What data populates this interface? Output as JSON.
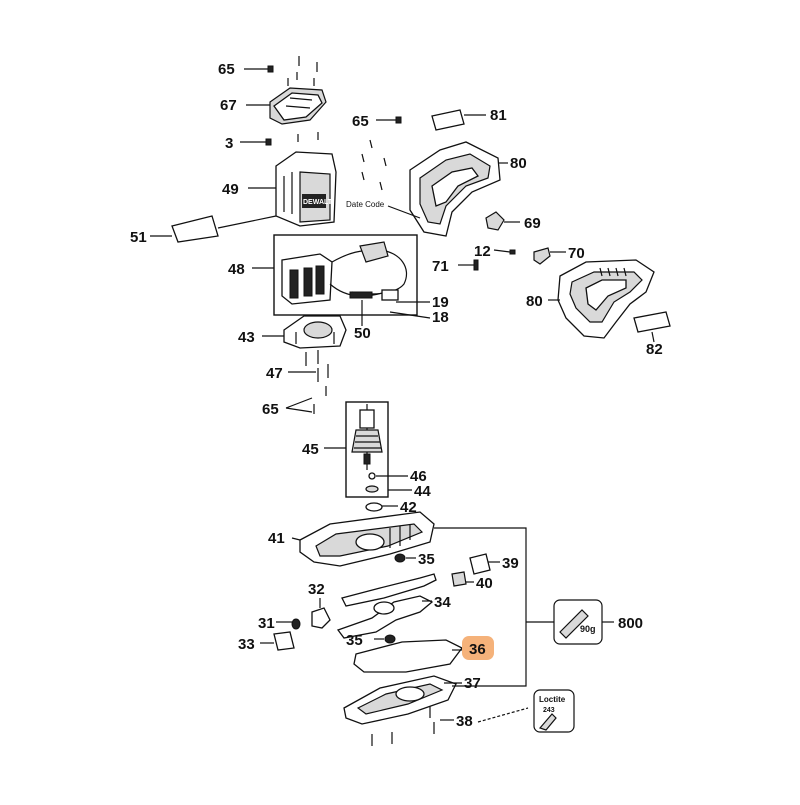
{
  "labels": {
    "p65a": "65",
    "p67": "67",
    "p3": "3",
    "p49": "49",
    "p51": "51",
    "p65b": "65",
    "p81": "81",
    "p80a": "80",
    "date_code": "Date Code",
    "p69": "69",
    "p12": "12",
    "p70": "70",
    "p71": "71",
    "p48": "48",
    "p19": "19",
    "p18": "18",
    "p50": "50",
    "p80b": "80",
    "p82": "82",
    "p43": "43",
    "p47": "47",
    "p65c": "65",
    "p45": "45",
    "p46": "46",
    "p44": "44",
    "p42": "42",
    "p41": "41",
    "p35a": "35",
    "p39": "39",
    "p40": "40",
    "p32": "32",
    "p34": "34",
    "p31": "31",
    "p33": "33",
    "p35b": "35",
    "p36": "36",
    "p37": "37",
    "p800": "800",
    "p38": "38",
    "kit_weight": "90g",
    "loctite": "Loctite",
    "loctite_no": "243",
    "brand": "DEWALT"
  },
  "colors": {
    "highlight": "#f5b27a",
    "line": "#111111"
  },
  "highlighted_part": "36"
}
